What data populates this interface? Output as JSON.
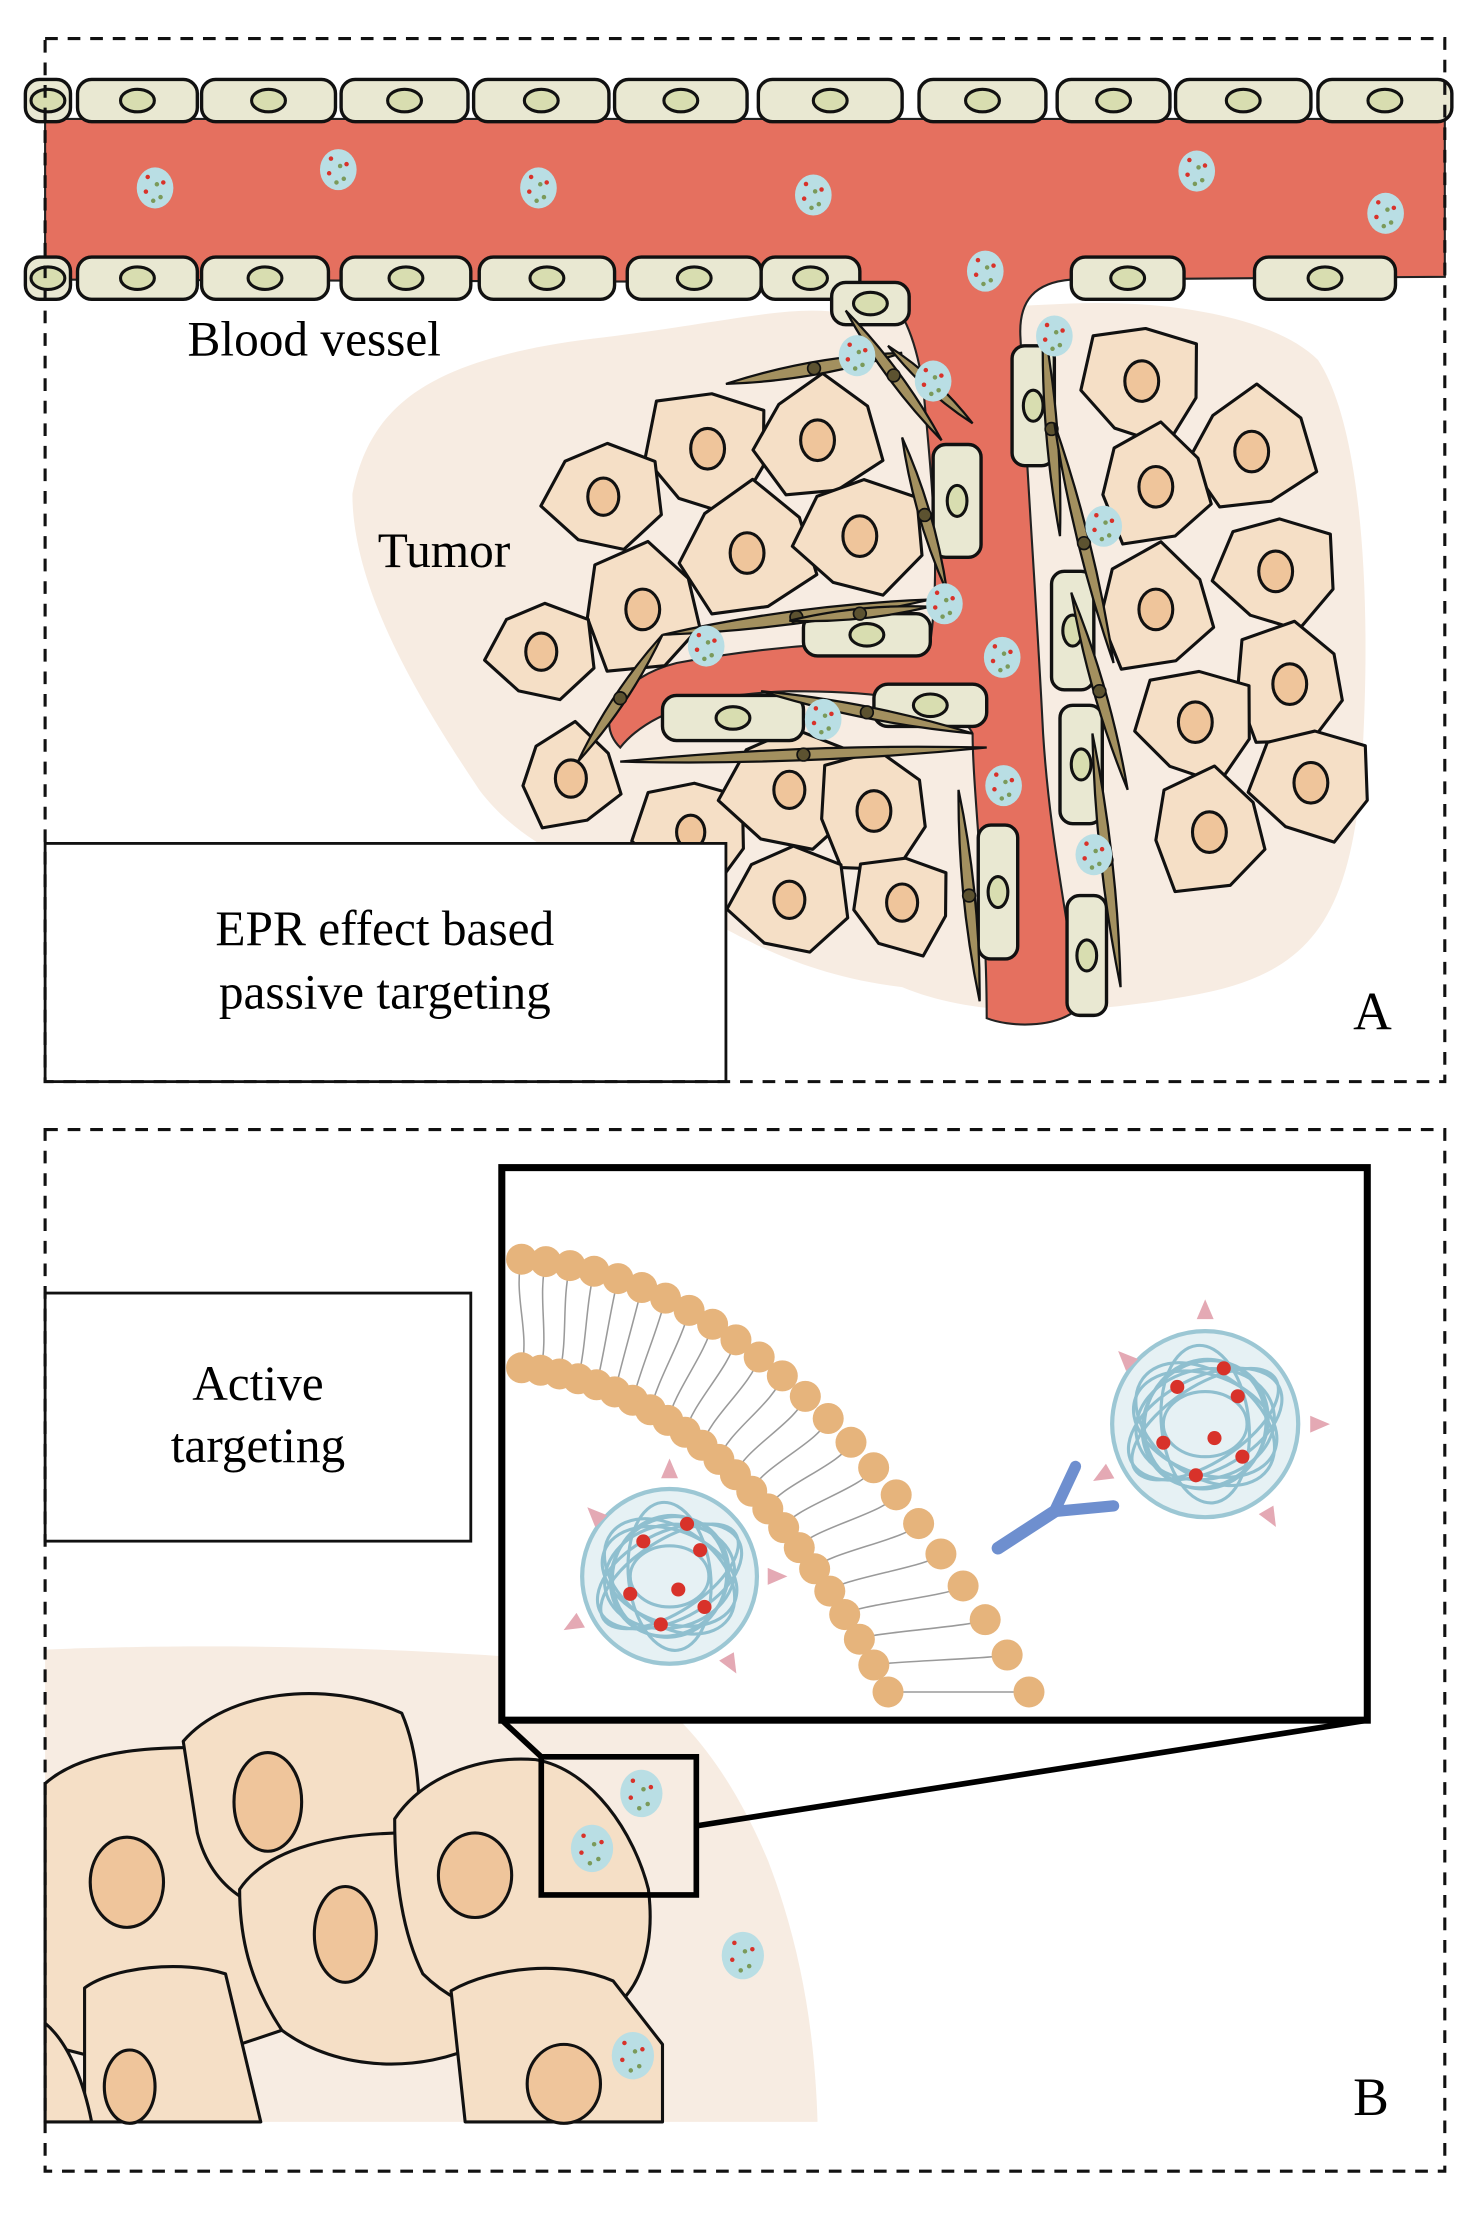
{
  "figure": {
    "panel_a": {
      "letter": "A",
      "blood_vessel_label": "Blood vessel",
      "tumor_label": "Tumor",
      "box_line1": "EPR effect based",
      "box_line2": "passive targeting"
    },
    "panel_b": {
      "letter": "B",
      "box_line1": "Active",
      "box_line2": "targeting"
    }
  },
  "colors": {
    "blood": "#E5705F",
    "endothelial_cell": "#E9E8D2",
    "endothelial_nucleus": "#D8DDB0",
    "pericyte": "#A3905F",
    "tumor_background": "#F7ECE2",
    "tumor_cell": "#F5DFC6",
    "tumor_nucleus": "#EFC59B",
    "nanoparticle": "#B9DEE4",
    "nanoparticle_dot": "#D8322A",
    "lipid_head": "#E6B47C",
    "antibody": "#6E8FCF",
    "ligand": "#E4A9B4"
  }
}
